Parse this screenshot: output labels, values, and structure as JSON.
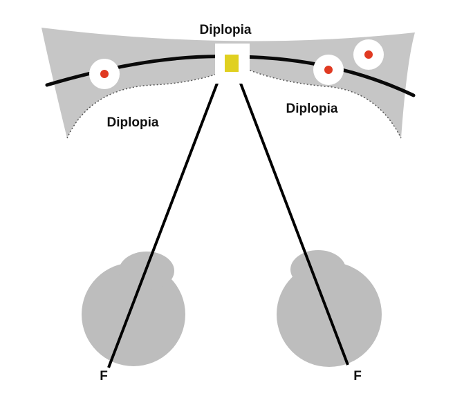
{
  "labels": {
    "diplopia_top": "Diplopia",
    "diplopia_left": "Diplopia",
    "diplopia_right": "Diplopia",
    "fixation_left": "F",
    "fixation_right": "F"
  },
  "colors": {
    "background": "#ffffff",
    "diplopia_region": "#c6c6c6",
    "horopter_line": "#0a0a0a",
    "eye_fill": "#bdbdbd",
    "target_marker": "#e0d020",
    "target_dot": "#e03a22",
    "panum_boundary": "#555555"
  },
  "icons": {
    "fixation_target": "yellow-square-target",
    "off_horopter_points": "red-dot-target"
  }
}
